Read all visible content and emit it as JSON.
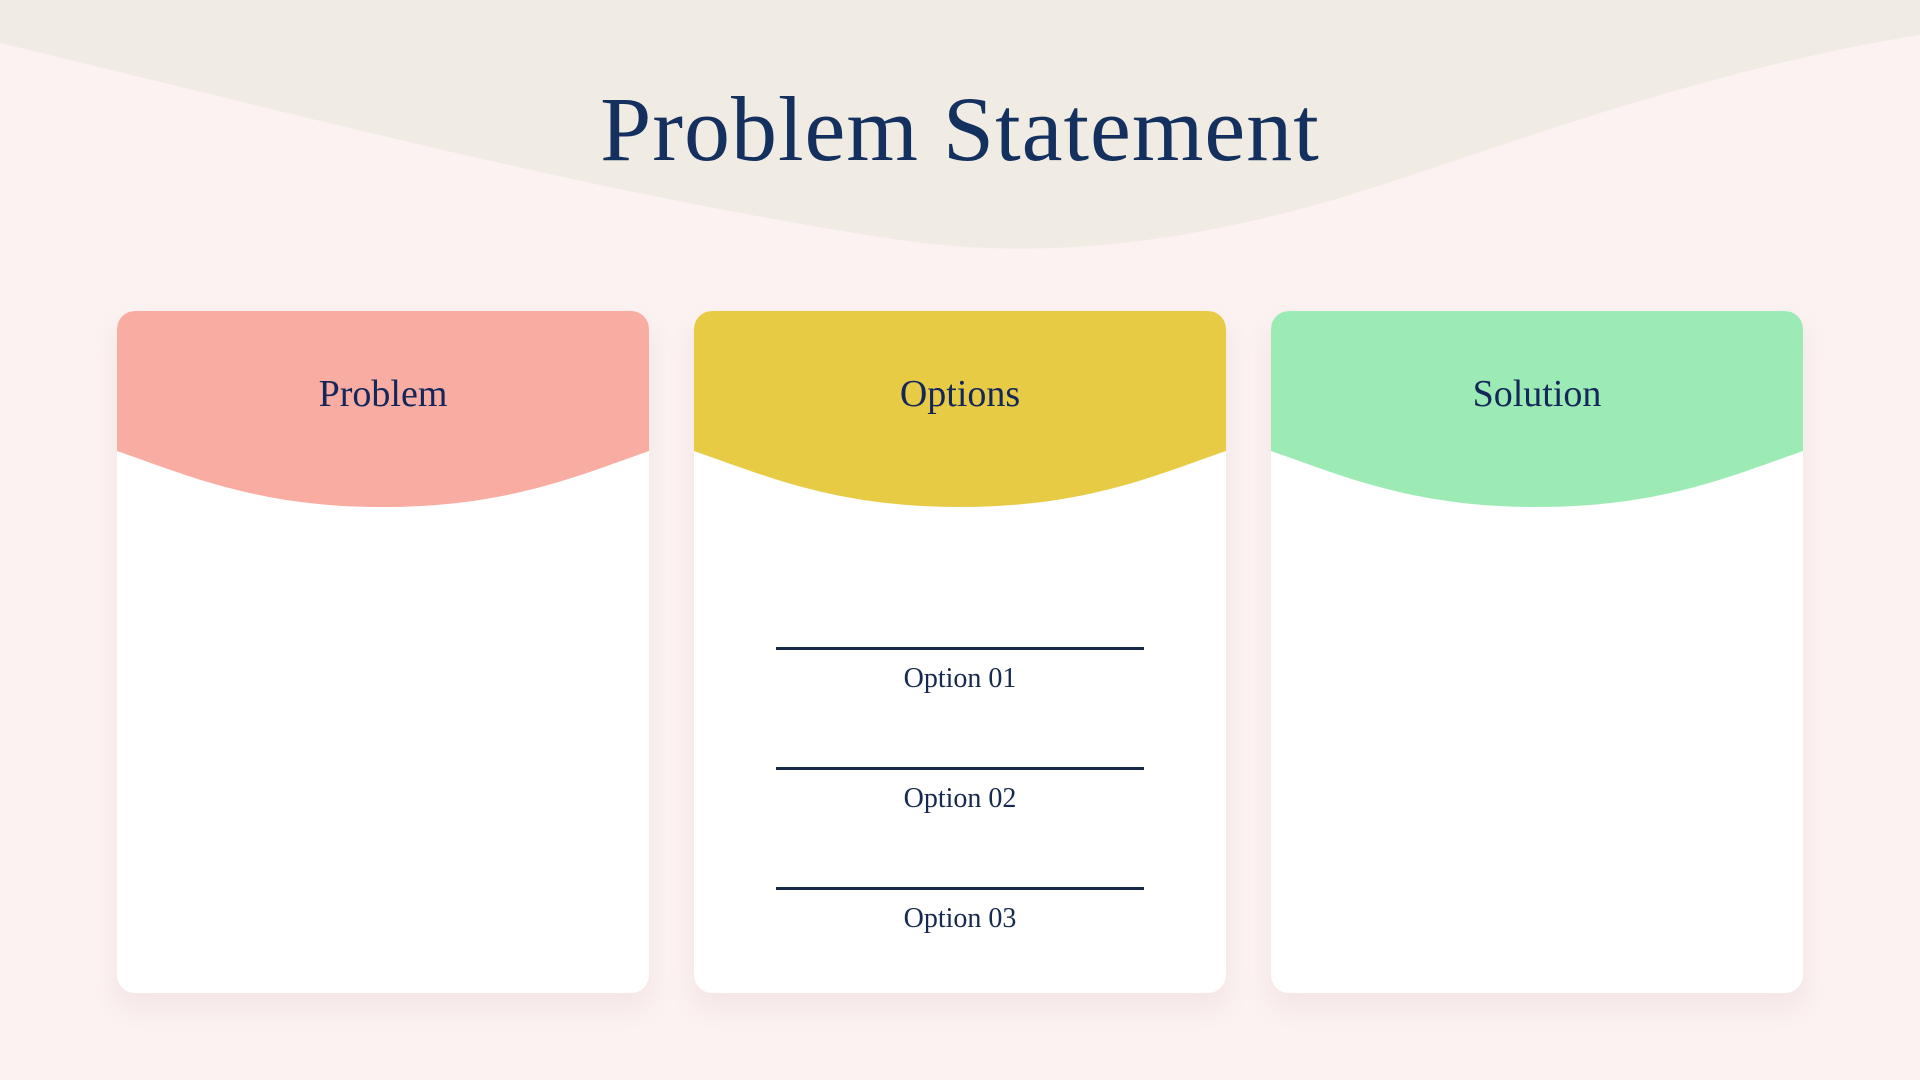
{
  "page": {
    "title": "Problem Statement",
    "background_color": "#fbf2f1",
    "top_wave_color": "#f1ece3",
    "title_color": "#14305e",
    "divider_color": "#16294a"
  },
  "cards": [
    {
      "title": "Problem",
      "header_color": "#f9aca1"
    },
    {
      "title": "Options",
      "header_color": "#e7cb45",
      "options": [
        "Option 01",
        "Option 02",
        "Option 03"
      ]
    },
    {
      "title": "Solution",
      "header_color": "#9debb4"
    }
  ]
}
